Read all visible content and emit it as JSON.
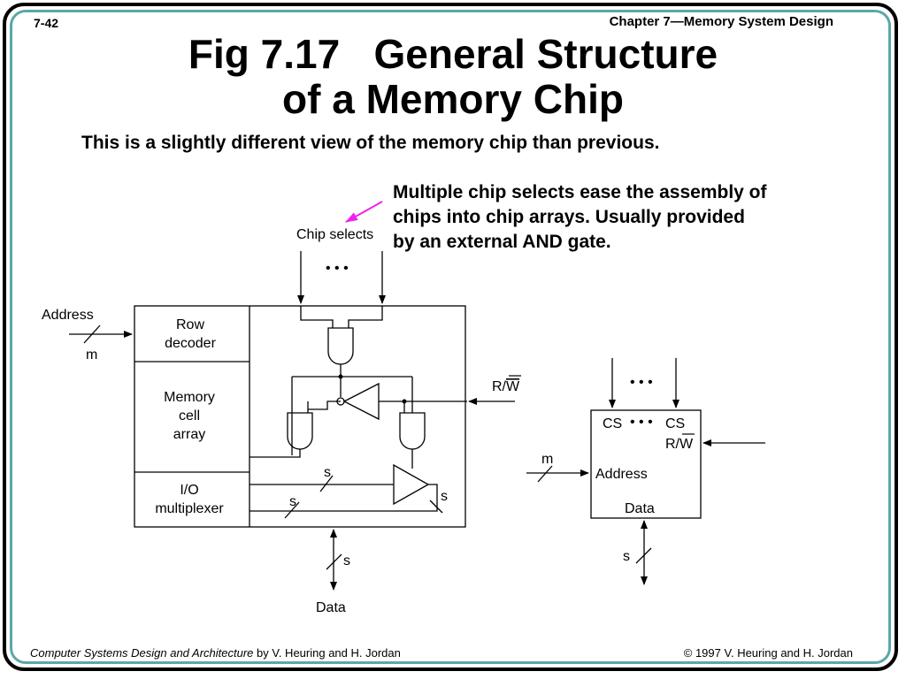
{
  "header": {
    "slide_number": "7-42",
    "chapter": "Chapter 7—Memory System Design"
  },
  "title": {
    "line1": "Fig 7.17   General Structure",
    "line2": "of a Memory Chip"
  },
  "subtitle": "This is a slightly different view of the memory chip than previous.",
  "note": {
    "line1": "Multiple chip selects ease the assembly of",
    "line2": "chips into chip arrays. Usually provided",
    "line3": "by an external AND gate."
  },
  "diagram_left": {
    "chip_selects_label": "Chip selects",
    "ellipsis": "• • •",
    "address_label": "Address",
    "address_width": "m",
    "row_decoder_line1": "Row",
    "row_decoder_line2": "decoder",
    "memory_line1": "Memory",
    "memory_line2": "cell",
    "memory_line3": "array",
    "io_line1": "I/O",
    "io_line2": "multiplexer",
    "rw_label_r": "R/",
    "rw_label_w": "W",
    "bus_width_s": "s",
    "data_label": "Data"
  },
  "diagram_right": {
    "ellipsis": "• • •",
    "cs_label": "CS",
    "cs_dots": "• • •",
    "rw_label_r": "R/",
    "rw_label_w": "W",
    "address_label": "Address",
    "address_width": "m",
    "data_label": "Data",
    "data_width": "s"
  },
  "footer": {
    "book_title": "Computer Systems Design and Architecture",
    "authors": " by V. Heuring and H. Jordan",
    "copyright": "© 1997 V. Heuring and H. Jordan"
  },
  "colors": {
    "frame_accent": "#5aa8a6",
    "callout_arrow": "#ee22ee"
  }
}
